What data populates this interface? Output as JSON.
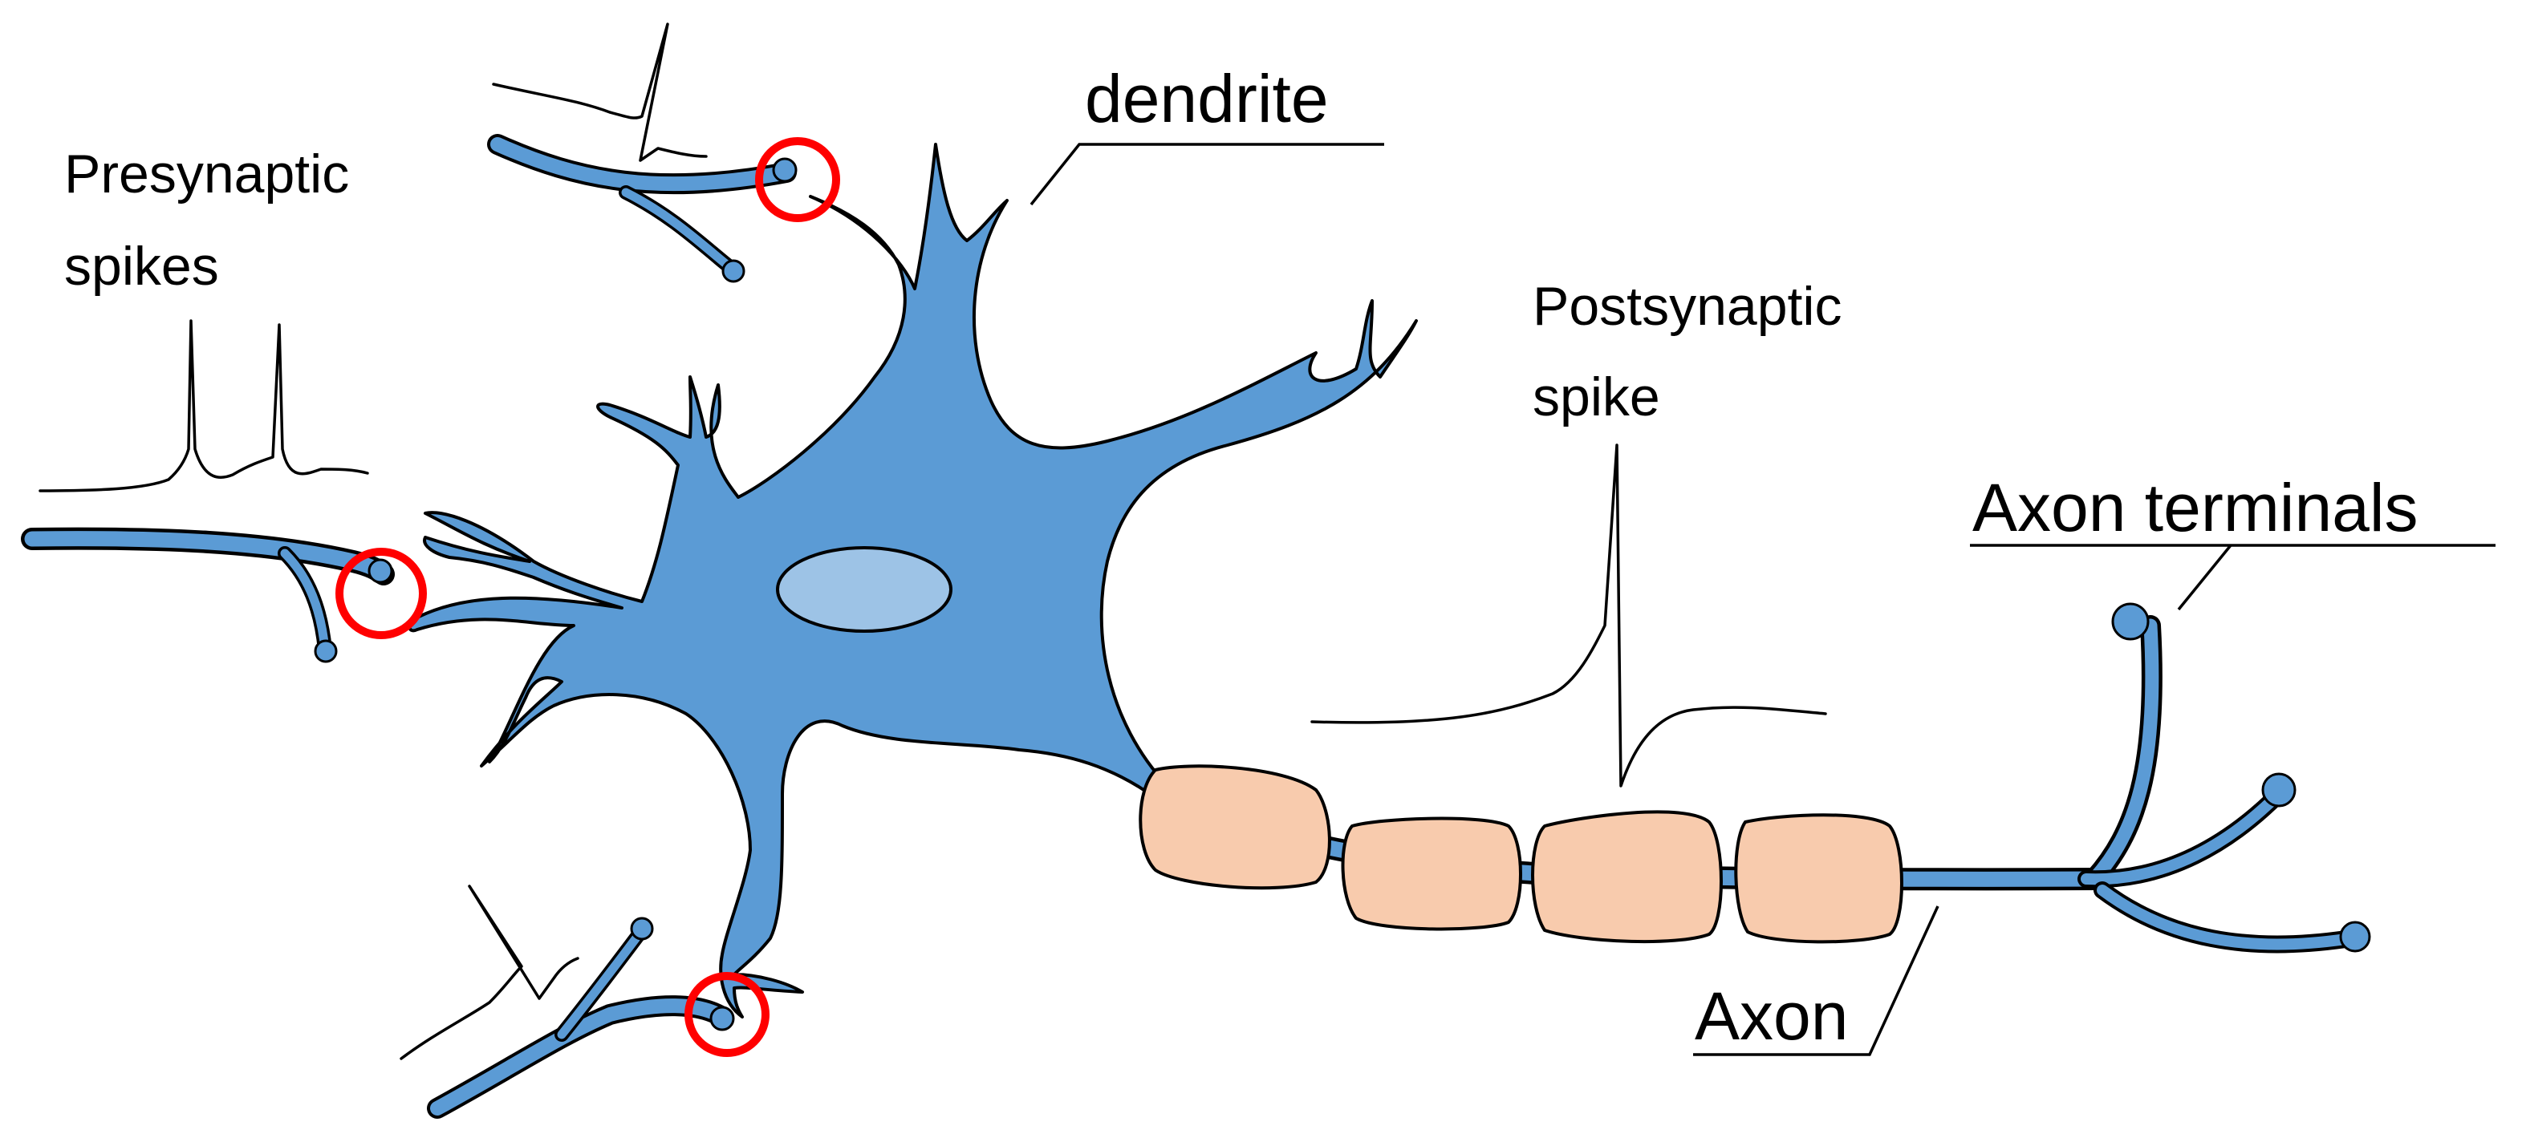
{
  "labels": {
    "dendrite": "dendrite",
    "presynaptic_line1": "Presynaptic",
    "presynaptic_line2": "spikes",
    "postsynaptic_line1": "Postsynaptic",
    "postsynaptic_line2": "spike",
    "axon_terminals": "Axon terminals",
    "axon": "Axon"
  },
  "colors": {
    "neuron_fill": "#5b9bd5",
    "nucleus_fill": "#9dc3e6",
    "myelin_fill": "#f8cbad",
    "synapse_ring": "#ff0000",
    "outline": "#000000"
  }
}
